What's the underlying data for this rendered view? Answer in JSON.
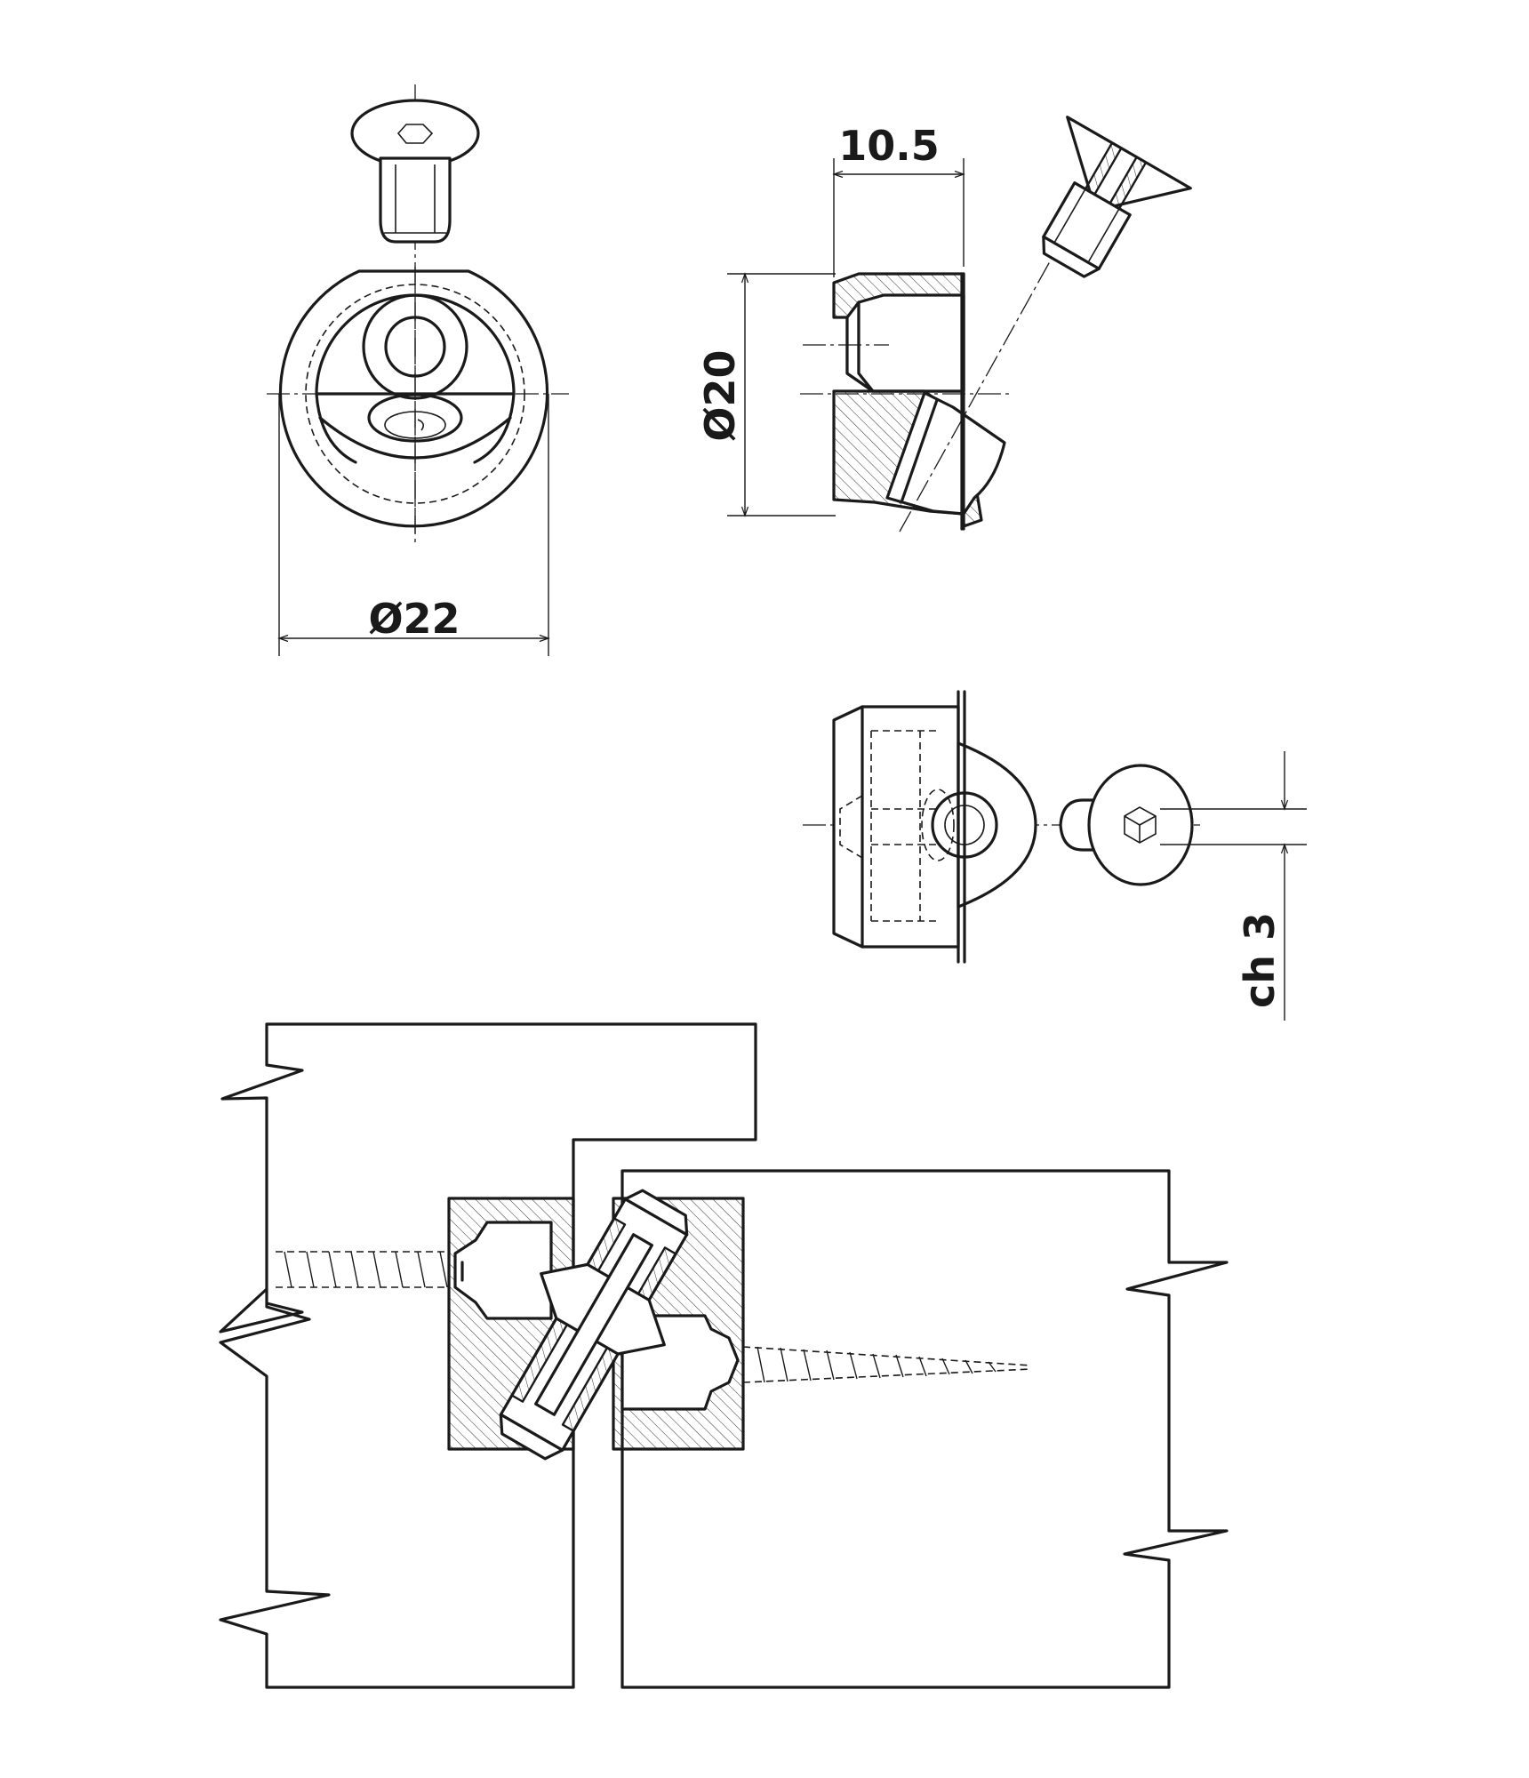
{
  "dimensions": {
    "outer_diameter": "Ø22",
    "body_diameter": "Ø20",
    "depth": "10.5",
    "hex_size": "ch 3"
  }
}
